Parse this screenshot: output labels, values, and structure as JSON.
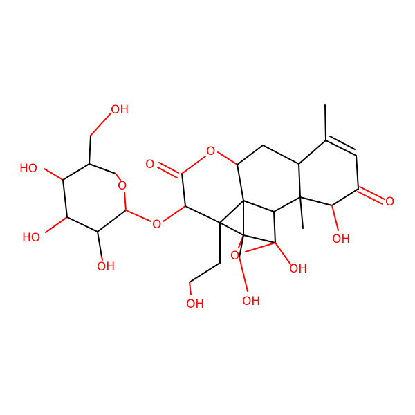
{
  "colors": {
    "background": "#ffffff",
    "carbon_bond": "#000000",
    "oxygen": "#ff0000"
  },
  "labels": {
    "oh_sugar_ch2oh": "OH",
    "ho_sugar_c4": "HO",
    "ho_sugar_c3": "HO",
    "oh_sugar_c2": "OH",
    "o_sugar_ring": "O",
    "o_glycosidic": "O",
    "o_carbonyl_lactone": "O",
    "o_lactone_ring": "O",
    "o_ketone": "O",
    "oh_c1": "OH",
    "o_bridge": "O",
    "oh_bridge_right": "OH",
    "oh_bridge_bottom": "OH",
    "oh_ch2oh": "OH"
  }
}
